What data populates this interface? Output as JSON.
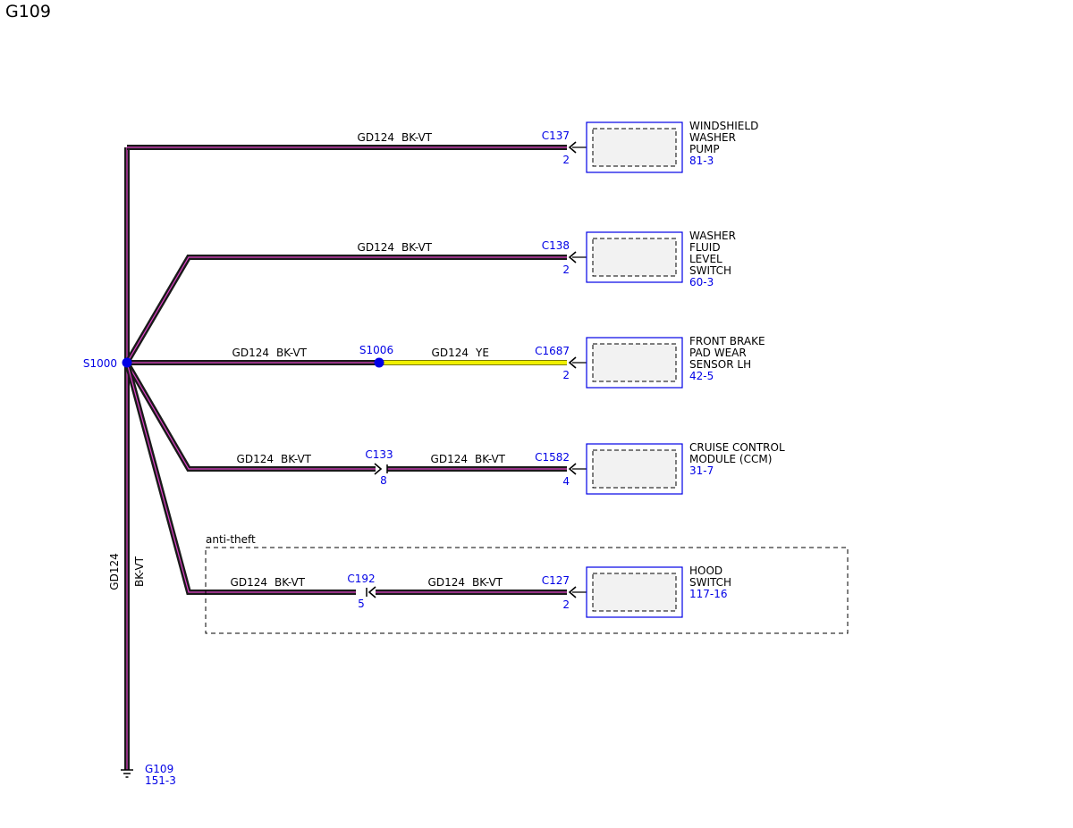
{
  "title": "G109",
  "colors": {
    "wire_outer": "#1a1a1a",
    "wire_stripe": "#e040c8",
    "wire_yellow": "#f0f000",
    "connector_blue": "#0000e6",
    "component_fill": "#f2f2f2"
  },
  "trunk": {
    "circuit": "GD124",
    "color": "BK-VT"
  },
  "splice_main": {
    "label": "S1000"
  },
  "ground": {
    "label": "G109",
    "ref": "151-3",
    "icon": "ground-symbol-icon"
  },
  "wires": [
    {
      "segments": [
        {
          "circuit": "GD124",
          "color": "BK-VT"
        }
      ],
      "connector": {
        "label": "C137",
        "pin": "2"
      },
      "component": {
        "lines": [
          "WINDSHIELD",
          "WASHER",
          "PUMP"
        ],
        "ref": "81-3"
      }
    },
    {
      "segments": [
        {
          "circuit": "GD124",
          "color": "BK-VT"
        }
      ],
      "connector": {
        "label": "C138",
        "pin": "2"
      },
      "component": {
        "lines": [
          "WASHER",
          "FLUID",
          "LEVEL",
          "SWITCH"
        ],
        "ref": "60-3"
      }
    },
    {
      "segments": [
        {
          "circuit": "GD124",
          "color": "BK-VT"
        },
        {
          "circuit": "GD124",
          "color": "YE"
        }
      ],
      "splice": {
        "label": "S1006"
      },
      "connector": {
        "label": "C1687",
        "pin": "2"
      },
      "component": {
        "lines": [
          "FRONT BRAKE",
          "PAD WEAR",
          "SENSOR LH"
        ],
        "ref": "42-5"
      }
    },
    {
      "segments": [
        {
          "circuit": "GD124",
          "color": "BK-VT"
        },
        {
          "circuit": "GD124",
          "color": "BK-VT"
        }
      ],
      "inline_connector": {
        "label": "C133",
        "pin": "8"
      },
      "connector": {
        "label": "C1582",
        "pin": "4"
      },
      "component": {
        "lines": [
          "CRUISE CONTROL",
          "MODULE (CCM)"
        ],
        "ref": "31-7"
      }
    },
    {
      "segments": [
        {
          "circuit": "GD124",
          "color": "BK-VT"
        },
        {
          "circuit": "GD124",
          "color": "BK-VT"
        }
      ],
      "inline_connector": {
        "label": "C192",
        "pin": "5"
      },
      "connector": {
        "label": "C127",
        "pin": "2"
      },
      "component": {
        "lines": [
          "HOOD",
          "SWITCH"
        ],
        "ref": "117-16"
      }
    }
  ],
  "option_box": {
    "label": "anti-theft"
  }
}
